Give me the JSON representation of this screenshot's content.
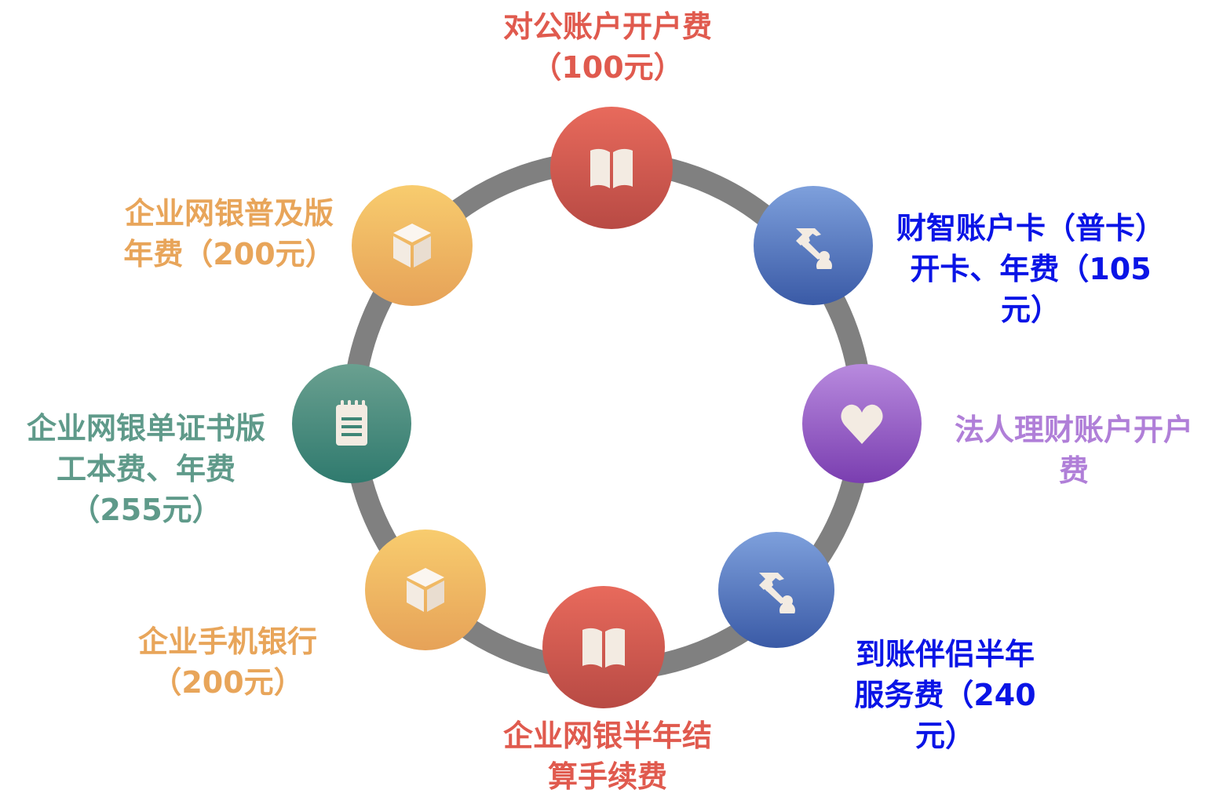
{
  "nodes": [
    {
      "id": "corporate-account-opening",
      "icon": "book-icon",
      "color_top": "#e86a5c",
      "color_bottom": "#b84a44",
      "label_color": "#e05a4e",
      "lines": [
        "对公账户开户费",
        "（100元）"
      ]
    },
    {
      "id": "caizhi-account-card",
      "icon": "hammer-icon",
      "color_top": "#7ea0dc",
      "color_bottom": "#3a5aa6",
      "label_color": "#0a14e6",
      "lines": [
        "财智账户卡（普卡）",
        "开卡、年费（105",
        "元）"
      ]
    },
    {
      "id": "legal-person-wealth-account",
      "icon": "heart-icon",
      "color_top": "#b88ade",
      "color_bottom": "#7a3eb0",
      "label_color": "#b07fd8",
      "lines": [
        "法人理财账户开户",
        "费"
      ]
    },
    {
      "id": "arrival-companion",
      "icon": "hammer-icon",
      "color_top": "#7ea0dc",
      "color_bottom": "#3a5aa6",
      "label_color": "#0a14e6",
      "lines": [
        "到账伴侣半年",
        "服务费（240",
        "元）"
      ]
    },
    {
      "id": "ebank-half-year-settlement",
      "icon": "book-icon",
      "color_top": "#e86a5c",
      "color_bottom": "#b84a44",
      "label_color": "#e05a4e",
      "lines": [
        "企业网银半年结",
        "算手续费"
      ]
    },
    {
      "id": "corporate-mobile-banking",
      "icon": "cube-icon",
      "color_top": "#f8cc6e",
      "color_bottom": "#e6a258",
      "label_color": "#e8a55a",
      "lines": [
        "企业手机银行",
        "（200元）"
      ]
    },
    {
      "id": "ebank-single-certificate",
      "icon": "notepad-icon",
      "color_top": "#6aa090",
      "color_bottom": "#2f7a6e",
      "label_color": "#5f9a8a",
      "lines": [
        "企业网银单证书版",
        "工本费、年费",
        "（255元）"
      ]
    },
    {
      "id": "ebank-popular-edition",
      "icon": "cube-icon",
      "color_top": "#f8cc6e",
      "color_bottom": "#e6a258",
      "label_color": "#e8a55a",
      "lines": [
        "企业网银普及版",
        "年费（200元）"
      ]
    }
  ],
  "colors": {
    "ring": "#808080",
    "icon_fill": "#f3ebe2"
  }
}
